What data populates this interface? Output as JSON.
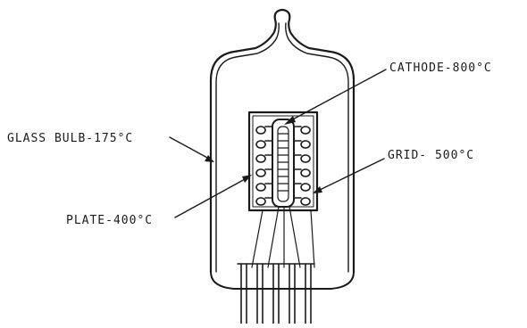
{
  "labels": {
    "cathode": "CATHODE-800°C",
    "glass_bulb": "GLASS BULB-175°C",
    "grid": "GRID- 500°C",
    "plate": "PLATE-400°C"
  },
  "colors": {
    "ink": "#1a1a1a",
    "background": "#ffffff"
  }
}
